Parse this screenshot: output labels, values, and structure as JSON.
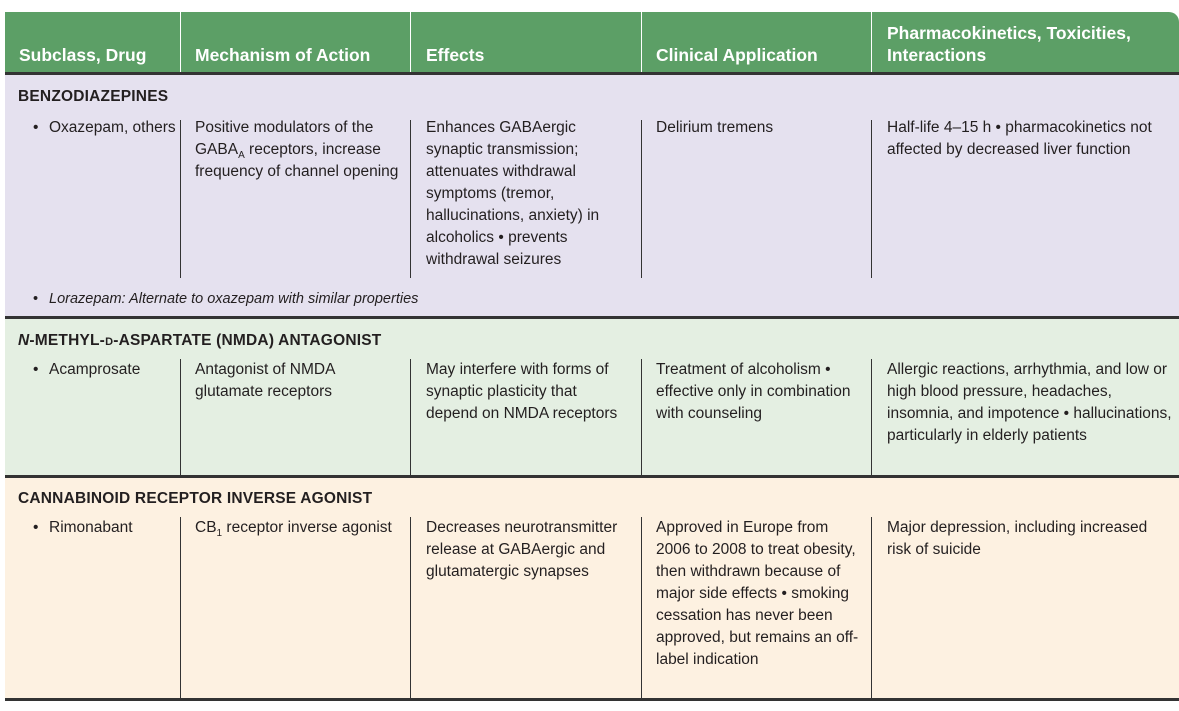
{
  "headers": {
    "col1": "Subclass, Drug",
    "col2": "Mechanism of Action",
    "col3": "Effects",
    "col4": "Clinical Application",
    "col5_line1": "Pharmacokinetics, Toxicities,",
    "col5_line2": "Interactions"
  },
  "sections": [
    {
      "title": "BENZODIAZEPINES",
      "drug": "Oxazepam, others",
      "mechanism_pre": "Positive modulators of the GABA",
      "mechanism_sub": "A",
      "mechanism_post": " receptors, increase frequency of channel opening",
      "effects": "Enhances GABAergic synaptic transmission; attenuates withdrawal symptoms (tremor, hallucinations, anxiety) in alcoholics • prevents withdrawal seizures",
      "clinical": "Delirium tremens",
      "pk": "Half-life 4–15 h • pharmacokinetics not affected by decreased liver function",
      "note": "Lorazepam: Alternate to oxazepam with similar properties"
    },
    {
      "title_n": "N",
      "title_mid": "-METHYL-",
      "title_d": "D",
      "title_rest": "-ASPARTATE (NMDA) ANTAGONIST",
      "drug": "Acamprosate",
      "mechanism": "Antagonist of NMDA glutamate receptors",
      "effects": "May interfere with forms of synaptic plasticity that depend on NMDA receptors",
      "clinical": "Treatment of alcoholism • effective only in combination with counseling",
      "pk": "Allergic reactions, arrhythmia, and low or high blood pressure, headaches, insomnia, and impotence • hallucinations, particularly in elderly patients"
    },
    {
      "title": "CANNABINOID RECEPTOR INVERSE AGONIST",
      "drug": "Rimonabant",
      "mechanism_pre": "CB",
      "mechanism_sub": "1",
      "mechanism_post": " receptor inverse agonist",
      "effects": "Decreases neurotransmitter release at GABAergic and glutamatergic synapses",
      "clinical": "Approved in Europe from 2006 to 2008 to treat obesity, then withdrawn because of major side effects • smoking cessation has never been approved, but remains an off-label indication",
      "pk": "Major depression, including increased risk of suicide"
    }
  ],
  "bullet": "•",
  "colors": {
    "header": "#5c9f66",
    "benzo": "#e5e1ef",
    "nmda": "#e4efe2",
    "cannabinoid": "#fdf1e1"
  }
}
